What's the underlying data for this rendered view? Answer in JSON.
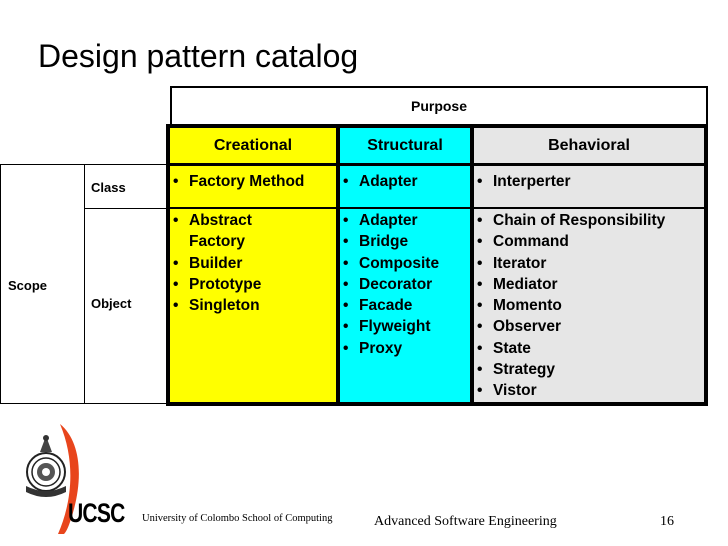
{
  "slide": {
    "title": "Design pattern catalog"
  },
  "table": {
    "purpose_label": "Purpose",
    "scope_label": "Scope",
    "row_labels": {
      "class": "Class",
      "object": "Object"
    },
    "columns": [
      {
        "header": "Creational",
        "color": "#ffff00",
        "class_items": [
          "Factory Method"
        ],
        "object_items": [
          "Abstract Factory",
          "Builder",
          "Prototype",
          "Singleton"
        ]
      },
      {
        "header": "Structural",
        "color": "#00ffff",
        "class_items": [
          "Adapter"
        ],
        "object_items": [
          "Adapter",
          "Bridge",
          "Composite",
          "Decorator",
          "Facade",
          "Flyweight",
          "Proxy"
        ]
      },
      {
        "header": "Behavioral",
        "color": "#e6e6e6",
        "class_items": [
          "Interperter"
        ],
        "object_items": [
          "Chain of Responsibility",
          "Command",
          "Iterator",
          "Mediator",
          "Momento",
          "Observer",
          "State",
          "Strategy",
          "Vistor"
        ]
      }
    ]
  },
  "footer": {
    "logo_text": "UCSC",
    "institution": "University of Colombo School of Computing",
    "course": "Advanced Software Engineering",
    "page_number": "16"
  }
}
